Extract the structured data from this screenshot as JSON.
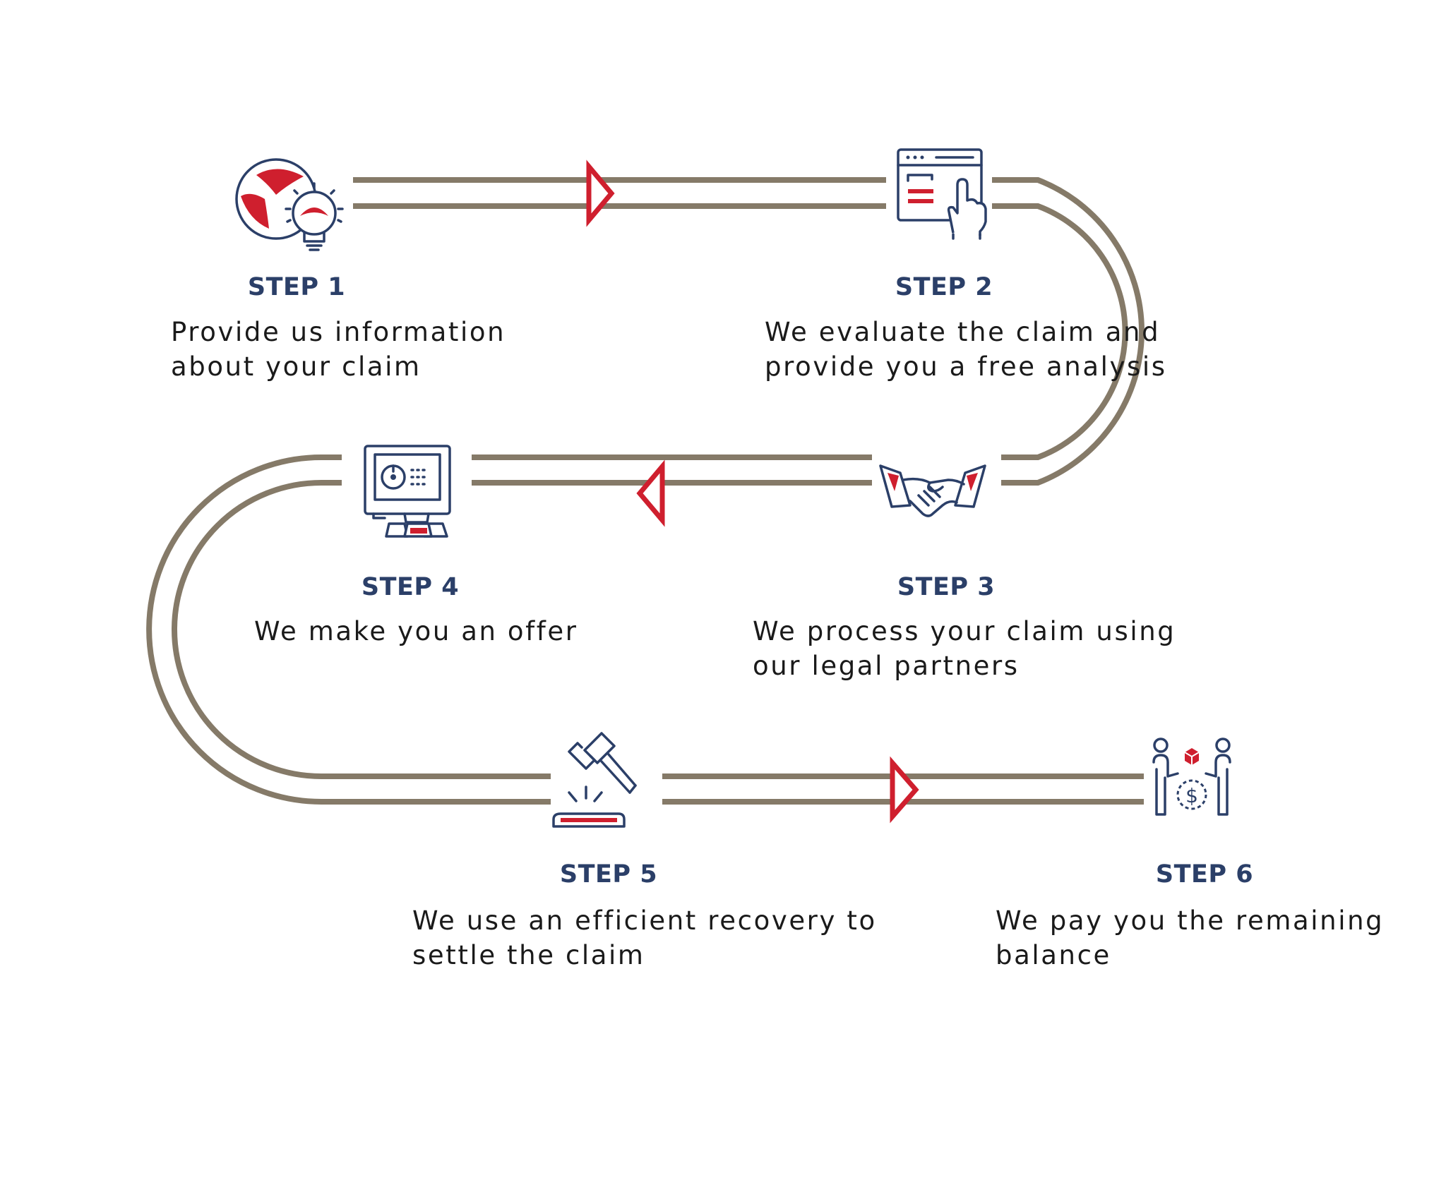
{
  "colors": {
    "track": "#857a68",
    "accent": "#cf1f2e",
    "navy": "#2b3f68",
    "text": "#1a1a1a"
  },
  "steps": [
    {
      "title": "STEP 1",
      "lines": [
        "Provide us information",
        "about your claim"
      ],
      "icon": "lightbulb-icon"
    },
    {
      "title": "STEP 2",
      "lines": [
        "We evaluate the claim and",
        "provide you a free analysis"
      ],
      "icon": "browser-click-icon"
    },
    {
      "title": "STEP 3",
      "lines": [
        "We process your claim using",
        "our legal partners"
      ],
      "icon": "handshake-icon"
    },
    {
      "title": "STEP 4",
      "lines": [
        "We make you an offer"
      ],
      "icon": "safe-monitor-icon"
    },
    {
      "title": "STEP 5",
      "lines": [
        "We use an efficient recovery to",
        "settle the claim"
      ],
      "icon": "gavel-icon"
    },
    {
      "title": "STEP 6",
      "lines": [
        "We pay you the remaining",
        "balance"
      ],
      "icon": "payment-exchange-icon"
    }
  ]
}
